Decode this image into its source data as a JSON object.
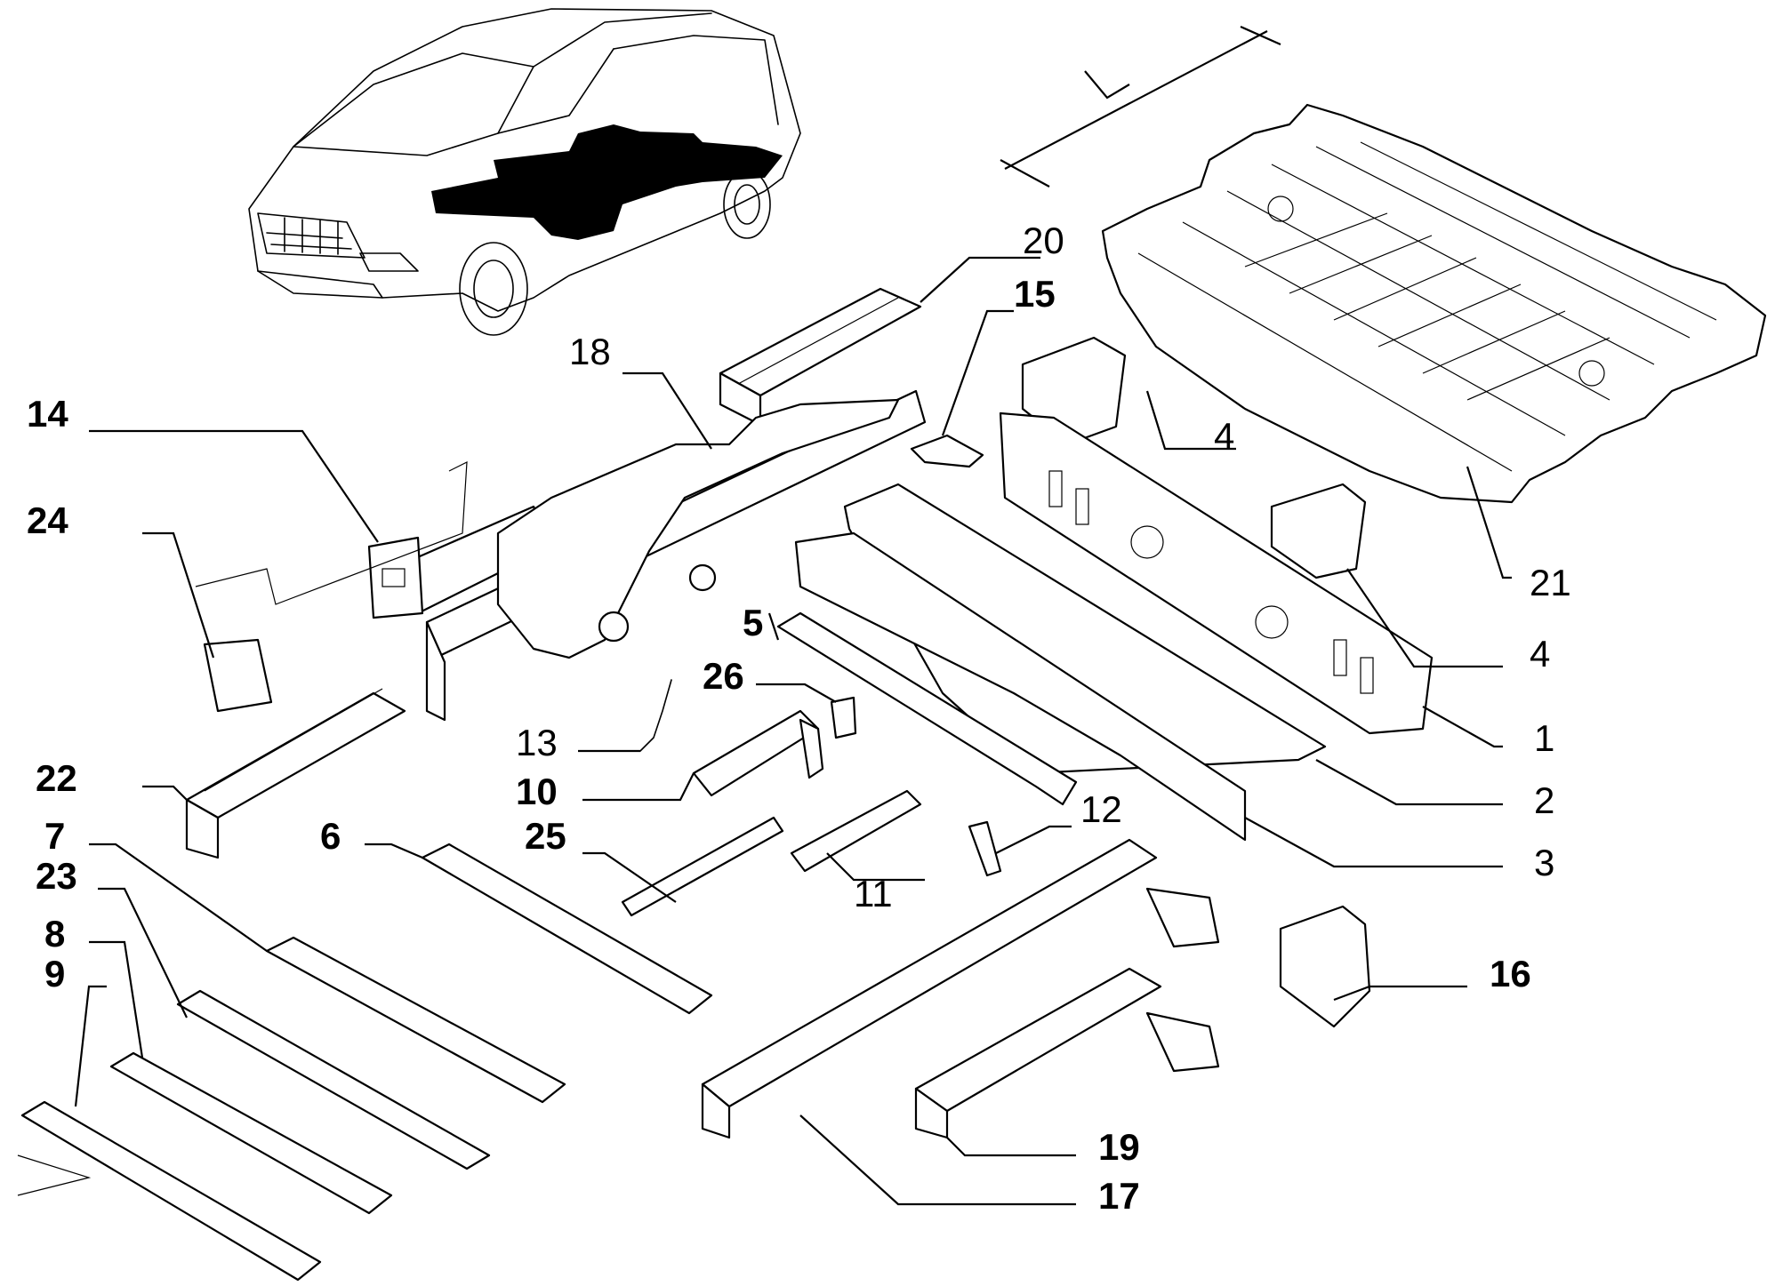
{
  "diagram": {
    "callouts": [
      {
        "id": "1",
        "label": "1",
        "bold": false
      },
      {
        "id": "2",
        "label": "2",
        "bold": false
      },
      {
        "id": "3",
        "label": "3",
        "bold": false
      },
      {
        "id": "4a",
        "label": "4",
        "bold": false
      },
      {
        "id": "4b",
        "label": "4",
        "bold": false
      },
      {
        "id": "5",
        "label": "5",
        "bold": true
      },
      {
        "id": "6",
        "label": "6",
        "bold": true
      },
      {
        "id": "7",
        "label": "7",
        "bold": true
      },
      {
        "id": "8",
        "label": "8",
        "bold": true
      },
      {
        "id": "9",
        "label": "9",
        "bold": true
      },
      {
        "id": "10",
        "label": "10",
        "bold": true
      },
      {
        "id": "11",
        "label": "11",
        "bold": false
      },
      {
        "id": "12",
        "label": "12",
        "bold": false
      },
      {
        "id": "13",
        "label": "13",
        "bold": false
      },
      {
        "id": "14",
        "label": "14",
        "bold": true
      },
      {
        "id": "15",
        "label": "15",
        "bold": true
      },
      {
        "id": "16",
        "label": "16",
        "bold": true
      },
      {
        "id": "17",
        "label": "17",
        "bold": true
      },
      {
        "id": "18",
        "label": "18",
        "bold": false
      },
      {
        "id": "19",
        "label": "19",
        "bold": true
      },
      {
        "id": "20",
        "label": "20",
        "bold": false
      },
      {
        "id": "21",
        "label": "21",
        "bold": false
      },
      {
        "id": "22",
        "label": "22",
        "bold": true
      },
      {
        "id": "23",
        "label": "23",
        "bold": true
      },
      {
        "id": "24",
        "label": "24",
        "bold": true
      },
      {
        "id": "25",
        "label": "25",
        "bold": true
      },
      {
        "id": "26",
        "label": "26",
        "bold": true
      }
    ],
    "dimension_symbol": "L"
  }
}
